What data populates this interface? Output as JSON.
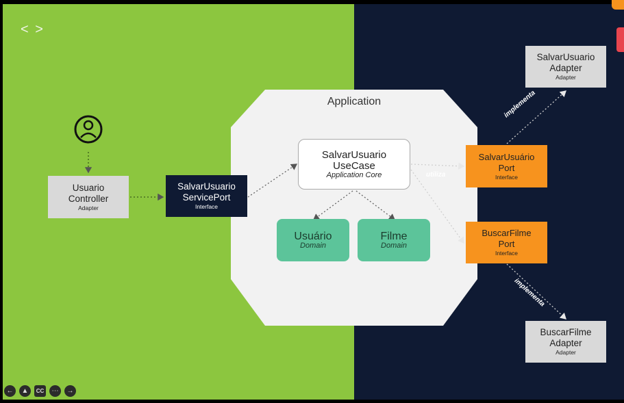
{
  "toolbar": {
    "code_icon": "code-icon",
    "controls": [
      "back-icon",
      "pointer-icon",
      "captions-icon",
      "more-icon",
      "forward-icon"
    ],
    "captions_label": "CC"
  },
  "diagram": {
    "application_label": "Application",
    "user_icon": "user-icon",
    "usuario_controller": {
      "title_line1": "Usuario",
      "title_line2": "Controller",
      "subtitle": "Adapter"
    },
    "service_port": {
      "title_line1": "SalvarUsuario",
      "title_line2": "ServicePort",
      "subtitle": "Interface"
    },
    "use_case": {
      "title_line1": "SalvarUsuario",
      "title_line2": "UseCase",
      "subtitle": "Application Core"
    },
    "usuario_domain": {
      "title": "Usuário",
      "subtitle": "Domain"
    },
    "filme_domain": {
      "title": "Filme",
      "subtitle": "Domain"
    },
    "salvar_port": {
      "title_line1": "SalvarUsuário",
      "title_line2": "Port",
      "subtitle": "Interface"
    },
    "buscar_port": {
      "title_line1": "BuscarFilme",
      "title_line2": "Port",
      "subtitle": "Interface"
    },
    "salvar_adapter": {
      "title_line1": "SalvarUsuario",
      "title_line2": "Adapter",
      "subtitle": "Adapter"
    },
    "buscar_adapter": {
      "title_line1": "BuscarFilme",
      "title_line2": "Adapter",
      "subtitle": "Adapter"
    },
    "label_utiliza": "utiliza",
    "label_implementa_top": "implementa",
    "label_implementa_bottom": "implementa"
  },
  "colors": {
    "left_bg": "#8cc63f",
    "right_bg": "#0f1a33",
    "hexagon": "#f2f2f2",
    "port_orange": "#f7931e",
    "domain_green": "#5cc49a"
  }
}
